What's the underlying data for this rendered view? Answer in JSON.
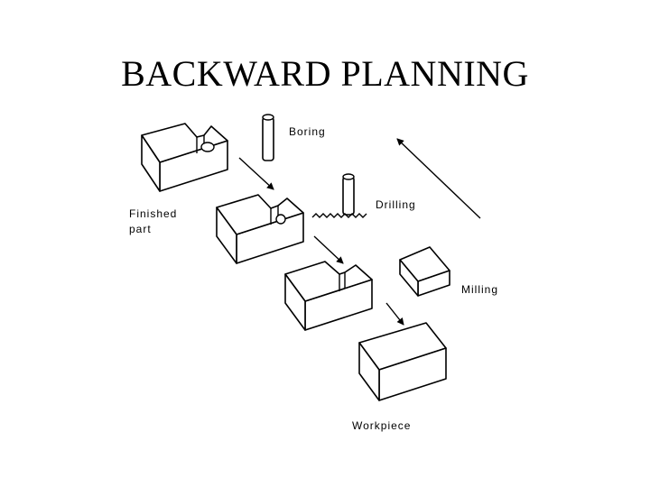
{
  "title": "BACKWARD PLANNING",
  "labels": {
    "boring": "Boring",
    "drilling": "Drilling",
    "milling": "Milling",
    "finished_line1": "Finished",
    "finished_line2": "part",
    "workpiece": "Workpiece"
  }
}
